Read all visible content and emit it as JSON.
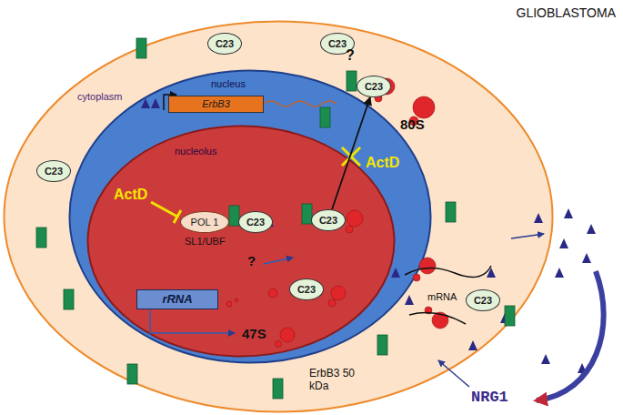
{
  "diagram": {
    "title": "GLIOBLASTOMA",
    "nodes": [
      {
        "text": [
          "cytoplasm"
        ]
      },
      {
        "text": [
          "nucleus"
        ],
        "in": 0
      },
      {
        "text": [
          "nucleolus"
        ],
        "in": 1
      },
      {
        "text": [
          "ErbB3"
        ],
        "in": 1
      },
      {
        "text": [
          "POL 1"
        ],
        "in": 2
      },
      {
        "text": [
          "rRNA"
        ],
        "in": 2
      },
      {
        "text": [
          "C23"
        ],
        "in": 2
      },
      {
        "text": [
          "C23"
        ],
        "in": 2
      },
      {
        "text": [
          "C23"
        ],
        "in": 2
      },
      {
        "text": [
          "C23"
        ],
        "in": 0
      },
      {
        "text": [
          "C23"
        ],
        "in": 0
      },
      {
        "text": [
          "C23"
        ],
        "in": 0
      },
      {
        "text": [
          "C23"
        ],
        "in": 0
      },
      {
        "text": [
          "C23"
        ],
        "in": 0
      }
    ],
    "edges": [
      {
        "from": 7,
        "to": 12,
        "arrow": "to"
      }
    ],
    "labels": [
      "?",
      "80S",
      "ActD",
      "ActD",
      "SL1/UBF",
      "?",
      "47S",
      "mRNA",
      "ErbB3 50 kDa",
      "NRG1"
    ]
  }
}
